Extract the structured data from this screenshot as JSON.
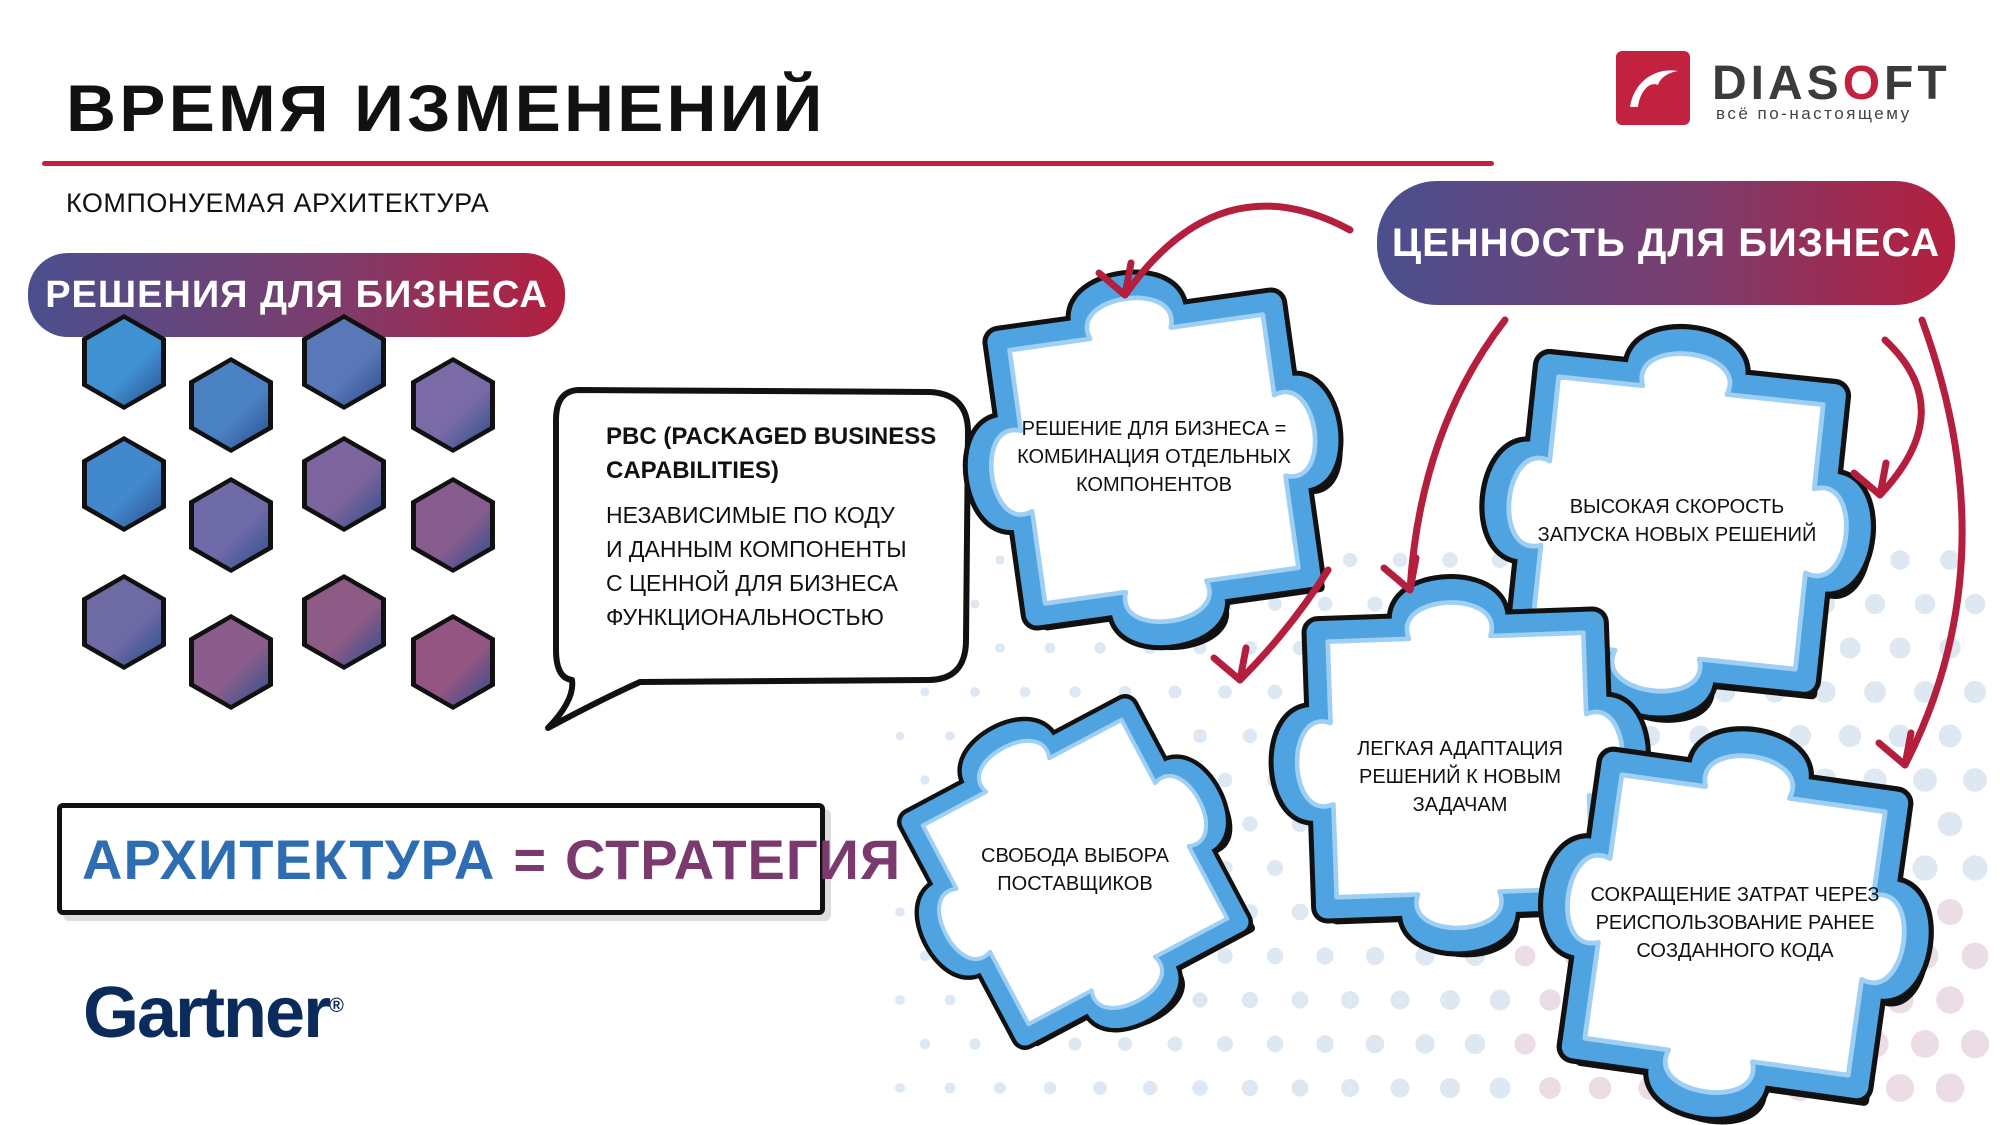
{
  "header": {
    "title": "ВРЕМЯ ИЗМЕНЕНИЙ",
    "subtitle": "КОМПОНУЕМАЯ АРХИТЕКТУРА"
  },
  "logo": {
    "name_pre": "DIAS",
    "name_o": "O",
    "name_post": "FT",
    "tagline": "всё по-настоящему",
    "brand_color": "#c2223f"
  },
  "left": {
    "banner": "РЕШЕНИЯ ДЛЯ БИЗНЕСА",
    "hex_colors": [
      "#3f91d2",
      "#4a82c4",
      "#5a78b8",
      "#7a6aa6",
      "#4288cc",
      "#6f6aa8",
      "#7c649c",
      "#875c8e",
      "#6e6aa4",
      "#8a5d8c",
      "#8e5a86",
      "#955582"
    ],
    "bubble": {
      "heading": "PBC (PACKAGED BUSINESS CAPABILITIES)",
      "lines": [
        "НЕЗАВИСИМЫЕ ПО КОДУ",
        "И ДАННЫМ КОМПОНЕНТЫ",
        "С ЦЕННОЙ ДЛЯ БИЗНЕСА",
        "ФУНКЦИОНАЛЬНОСТЬЮ"
      ]
    },
    "equation": {
      "left": "АРХИТЕКТУРА",
      "eq": "=",
      "right": "СТРАТЕГИЯ"
    },
    "source": "Gartner",
    "source_mark": "®"
  },
  "right": {
    "banner": "ЦЕННОСТЬ ДЛЯ БИЗНЕСА",
    "puzzles": [
      {
        "text": "Решение для бизнеса = комбинация отдельных компонентов"
      },
      {
        "text": "Высокая скорость запуска новых решений"
      },
      {
        "text": "Легкая адаптация решений к новым задачам"
      },
      {
        "text": "Свобода выбора поставщиков"
      },
      {
        "text": "Сокращение затрат через реиспользование ранее созданного кода"
      }
    ],
    "arrow_color": "#b41f3e",
    "puzzle_color": "#4fa3e0"
  }
}
